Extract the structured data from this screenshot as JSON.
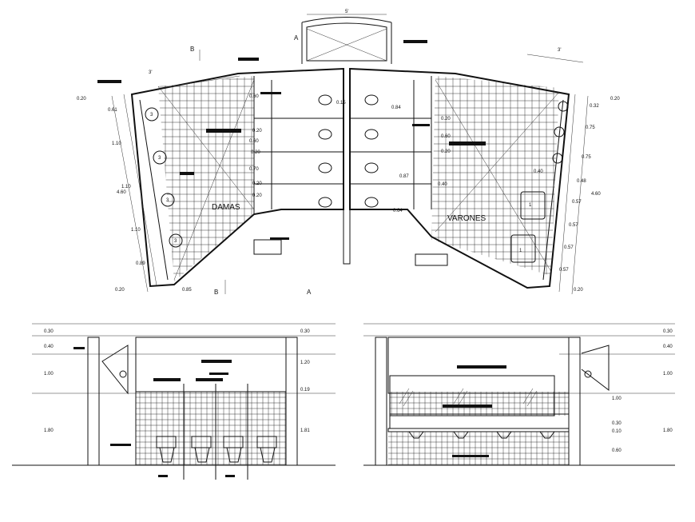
{
  "plan": {
    "room_left": "DAMAS",
    "room_right": "VARONES",
    "section_a": "A",
    "section_b": "B",
    "top_width": "5'",
    "left_top_dim": "3'",
    "right_top_dim": "3'",
    "left_total": "4.60",
    "right_total": "4.60",
    "left_dims": [
      "0.20",
      "0.61",
      "1.10",
      "1.10",
      "1.10",
      "0.89",
      "0.20"
    ],
    "right_dims": [
      "0.20",
      "0.32",
      "0.75",
      "0.75",
      "0.48",
      "0.57",
      "0.57",
      "0.57",
      "0.57",
      "0.20"
    ],
    "bottom_left_dim": "0.85",
    "sink_labels_left": [
      "3",
      "3",
      "3",
      "3"
    ],
    "sink_labels_right": [
      "1",
      "1"
    ],
    "stall_dims": [
      "0.60",
      "0.15",
      "0.20",
      "0.60",
      "0.20",
      "0.70",
      "0.20",
      "0.20",
      "0.84",
      "0.20",
      "0.60",
      "0.20",
      "0.87",
      "0.64",
      "0.40",
      "0.40"
    ]
  },
  "elev_left": {
    "dims_left": [
      "0.30",
      "0.40",
      "1.00",
      "1.80"
    ],
    "dims_right": [
      "0.30",
      "1.20",
      "0.19",
      "1.81"
    ]
  },
  "elev_right": {
    "dims_right": [
      "0.30",
      "0.40",
      "1.00",
      "1.80"
    ],
    "dims_inner": [
      "1.00",
      "0.30",
      "0.10",
      "0.60"
    ]
  }
}
